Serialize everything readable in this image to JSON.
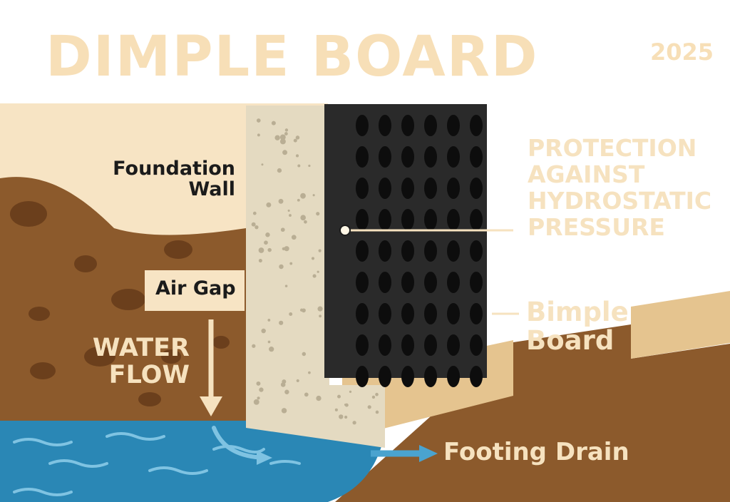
{
  "title": "DIMPLE BOARD",
  "year": "2025",
  "labels": {
    "foundation_wall": "Foundation\nWall",
    "air_gap": "Air Gap",
    "water_flow": "WATER\nFLOW",
    "protection": "PROTECTION\nAGAINST\nHYDROSTATIC\nPRESSURE",
    "dimple_board": "Bimple\nBoard",
    "footing_drain": "Footing Drain"
  },
  "colors": {
    "title": "#f7dfb7",
    "background": "#ffffff",
    "sky": "#f7e4c4",
    "soil": "#8c5a2c",
    "soil_rock": "#6b3f1c",
    "concrete": "#e4dac1",
    "board": "#2a2a2a",
    "dimple": "#0d0d0d",
    "water": "#2a87b5",
    "water_line": "#7fc3e2",
    "label_dark": "#1b1b1b",
    "label_light": "#f6e2bf",
    "leader": "#f6e2bf",
    "footing": "#e5c48f",
    "drain_arrow": "#4aa3cf"
  }
}
